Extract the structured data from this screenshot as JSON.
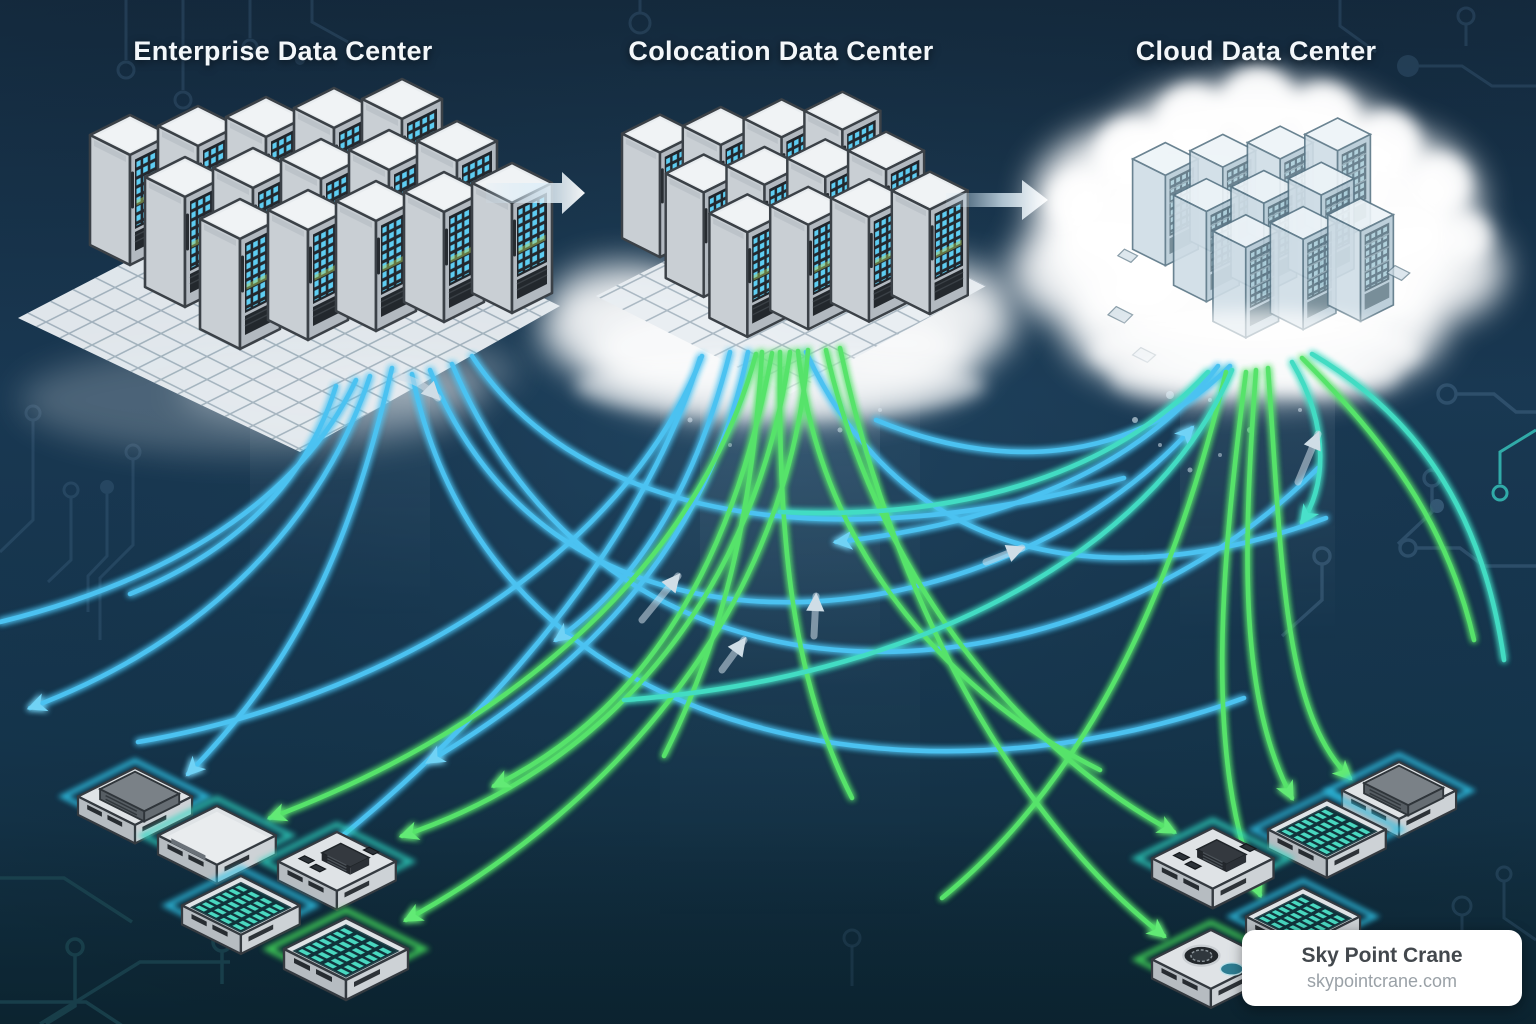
{
  "diagram": {
    "title_enterprise": "Enterprise Data Center",
    "title_colocation": "Colocation Data Center",
    "title_cloud": "Cloud Data Center",
    "flow_colors": {
      "blue": "#4cc2f1",
      "green": "#57e36b",
      "teal": "#43dcc3"
    },
    "background_color": "#15304a"
  },
  "watermark": {
    "title": "Sky Point Crane",
    "subtitle": "skypointcrane.com"
  }
}
